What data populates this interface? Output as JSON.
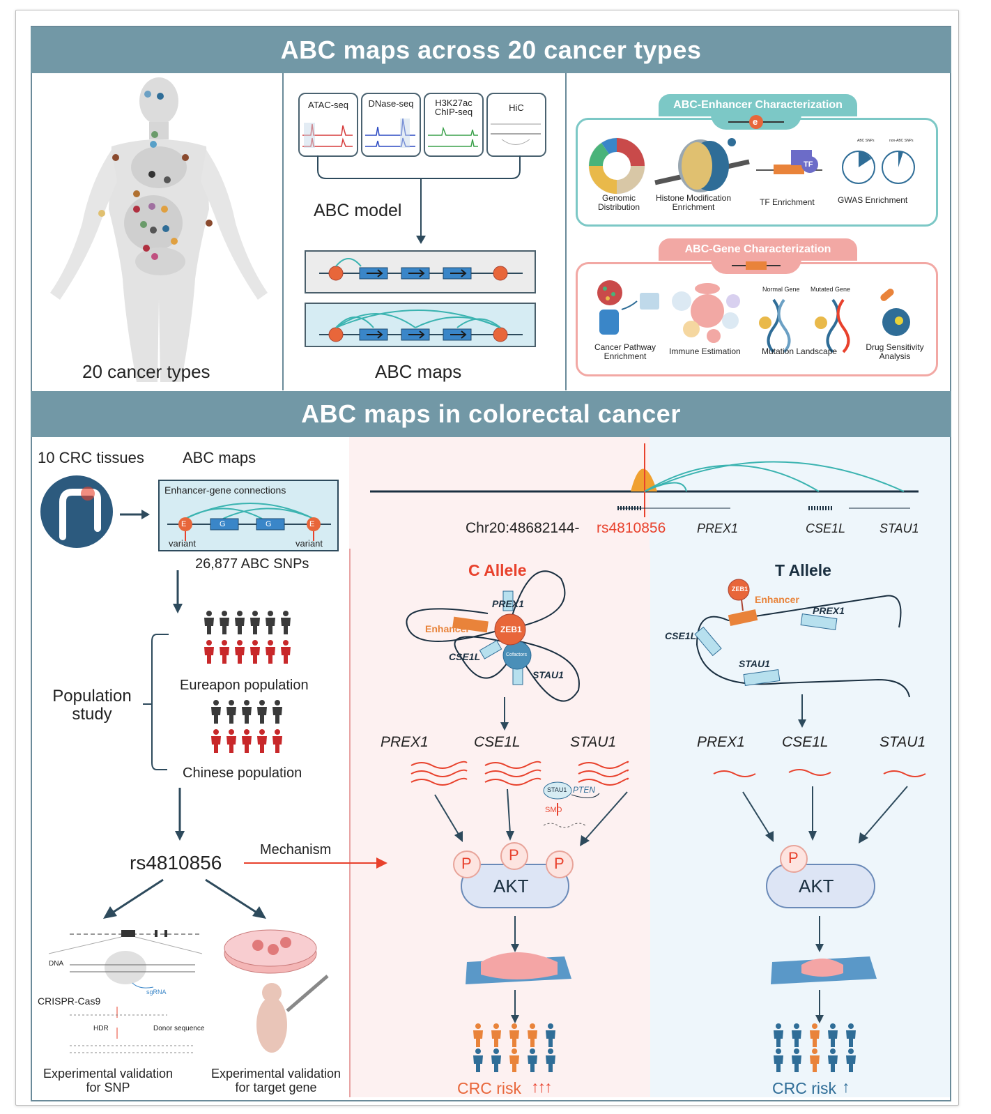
{
  "top_title": "ABC maps across 20 cancer types",
  "bottom_title": "ABC maps in colorectal cancer",
  "panel1": {
    "label": "20 cancer types"
  },
  "panel2": {
    "assays": [
      "ATAC-seq",
      "DNase-seq",
      "H3K27ac\nChIP-seq",
      "HiC"
    ],
    "model_label": "ABC model",
    "maps_label": "ABC maps"
  },
  "panel3": {
    "enhancer_title": "ABC-Enhancer Characterization",
    "enhancer_icon": "e",
    "enhancer_items": [
      "Genomic\nDistribution",
      "Histone Modification\nEnrichment",
      "TF Enrichment",
      "GWAS Enrichment"
    ],
    "gwas_small": [
      "ABC SNPs",
      "non-ABC SNPs"
    ],
    "tf_badge": "TF",
    "gene_title": "ABC-Gene Characterization",
    "gene_items": [
      "Cancer Pathway\nEnrichment",
      "Immune Estimation",
      "Mutation Landscape",
      "Drug Sensitivity\nAnalysis"
    ],
    "mutation_small": [
      "Normal Gene",
      "Mutated Gene"
    ]
  },
  "crc_left": {
    "tissues": "10 CRC tissues",
    "abc_maps": "ABC maps",
    "connections": "Enhancer-gene connections",
    "variant_l": "variant",
    "variant_r": "variant",
    "snps": "26,877 ABC SNPs",
    "population_study": "Population\nstudy",
    "european": "Eureapon population",
    "chinese": "Chinese population",
    "snp": "rs4810856",
    "mechanism": "Mechanism",
    "crispr": "CRISPR-Cas9",
    "dna": "DNA",
    "sgrna": "sgRNA",
    "hdr": "HDR",
    "donor": "Donor sequence",
    "val_snp": "Experimental validation\nfor SNP",
    "val_gene": "Experimental validation\nfor target gene"
  },
  "crc_right": {
    "locus_prefix": "Chr20:48682144-",
    "locus_snp": "rs4810856",
    "genes_track": [
      "PREX1",
      "CSE1L",
      "STAU1"
    ],
    "c_allele": "C Allele",
    "t_allele": "T Allele",
    "zeb1": "ZEB1",
    "cofactors": "Cofactors",
    "enhancer": "Enhancer",
    "loop_genes": [
      "PREX1",
      "CSE1L",
      "STAU1"
    ],
    "expr_genes": [
      "PREX1",
      "CSE1L",
      "STAU1"
    ],
    "stau1_small": "STAU1",
    "pten": "PTEN",
    "smd": "SMD",
    "p": "P",
    "akt": "AKT",
    "risk_c": "CRC risk",
    "risk_c_arrows": "↑↑↑",
    "risk_t": "CRC risk",
    "risk_t_arrows": "↑"
  },
  "colors": {
    "band": "#7298a6",
    "red": "#e8412c",
    "teal": "#3ab3b0",
    "blue": "#2f6d97",
    "orange": "#e9833a",
    "pink_bg": "#fdf1f1",
    "blue_bg": "#eef6fb"
  }
}
